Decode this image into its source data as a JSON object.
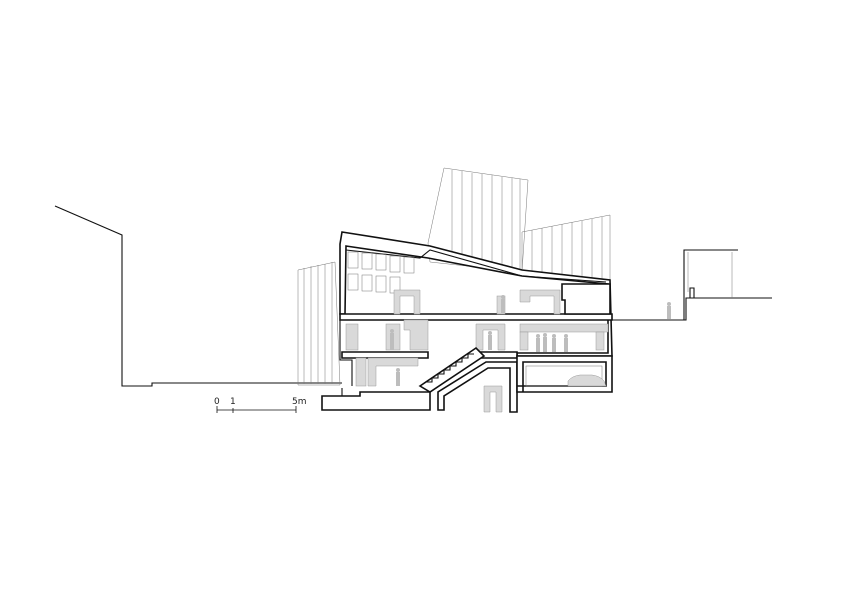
{
  "scale_bar": {
    "tick_0": "0",
    "tick_1": "1",
    "tick_5": "5m"
  },
  "colors": {
    "line": "#111111",
    "fill_grey": "#d9d9d9",
    "figure_grey": "#bdbdbd"
  }
}
